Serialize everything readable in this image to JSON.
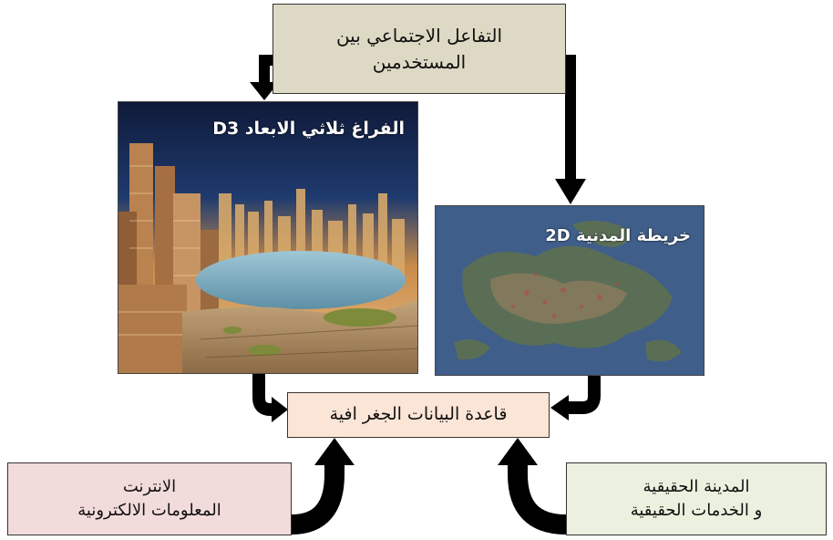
{
  "social_box": {
    "line1": "التفاعل الاجتماعي بين",
    "line2": "المستخدمين"
  },
  "space_3d": {
    "label": "الفراغ ثلاثي الابعاد D3"
  },
  "city_map_2d": {
    "label": "خريطة المدنية 2D"
  },
  "database_box": {
    "label": "قاعدة البيانات الجغر افية"
  },
  "internet_box": {
    "line1": "الانترنت",
    "line2": "المعلومات الالكترونية"
  },
  "real_city_box": {
    "line1": "المدينة الحقيقية",
    "line2": "و الخدمات الحقيقية"
  },
  "colors": {
    "social_fill": "#ddd9c4",
    "database_fill": "#fbe5d6",
    "internet_fill": "#f2dcdb",
    "real_city_fill": "#ebf1de",
    "arrow": "#000000"
  }
}
